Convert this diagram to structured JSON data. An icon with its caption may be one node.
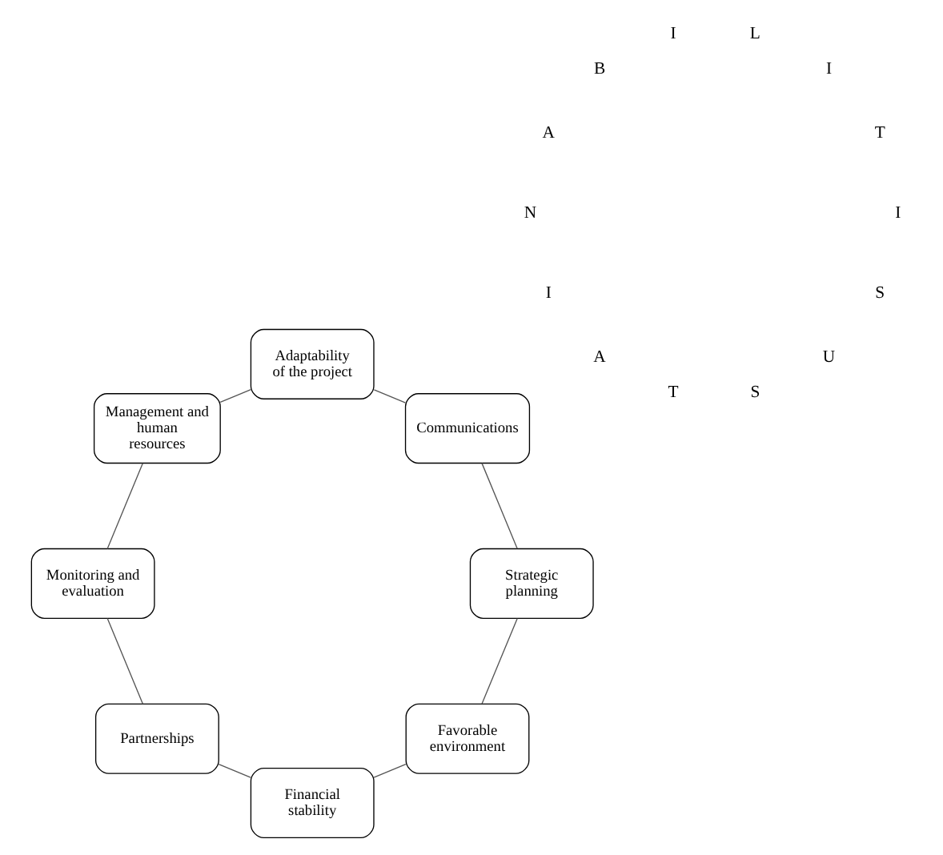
{
  "diagram": {
    "nodes": [
      {
        "text": [
          "Favorable environment"
        ]
      },
      {
        "text": [
          "Strategic planning"
        ]
      },
      {
        "text": [
          "Financial stability"
        ]
      },
      {
        "text": [
          "Communications"
        ]
      },
      {
        "text": [
          "Partnerships"
        ]
      },
      {
        "text": [
          "Adaptability of the project"
        ]
      },
      {
        "text": [
          "Monitoring and evaluation"
        ]
      },
      {
        "text": [
          "Management and human resources"
        ]
      }
    ],
    "edges": [
      {
        "from": 0,
        "to": 2,
        "arrow": "none"
      },
      {
        "from": 2,
        "to": 4,
        "arrow": "none"
      },
      {
        "from": 4,
        "to": 6,
        "arrow": "none"
      },
      {
        "from": 6,
        "to": 7,
        "arrow": "none"
      },
      {
        "from": 7,
        "to": 5,
        "arrow": "none"
      },
      {
        "from": 5,
        "to": 3,
        "arrow": "none"
      },
      {
        "from": 3,
        "to": 1,
        "arrow": "none"
      },
      {
        "from": 1,
        "to": 0,
        "arrow": "none"
      }
    ],
    "labels": [
      "S",
      "U",
      "S",
      "T",
      "A",
      "I",
      "N",
      "A",
      "B",
      "I",
      "L",
      "I",
      "T",
      "I"
    ]
  }
}
